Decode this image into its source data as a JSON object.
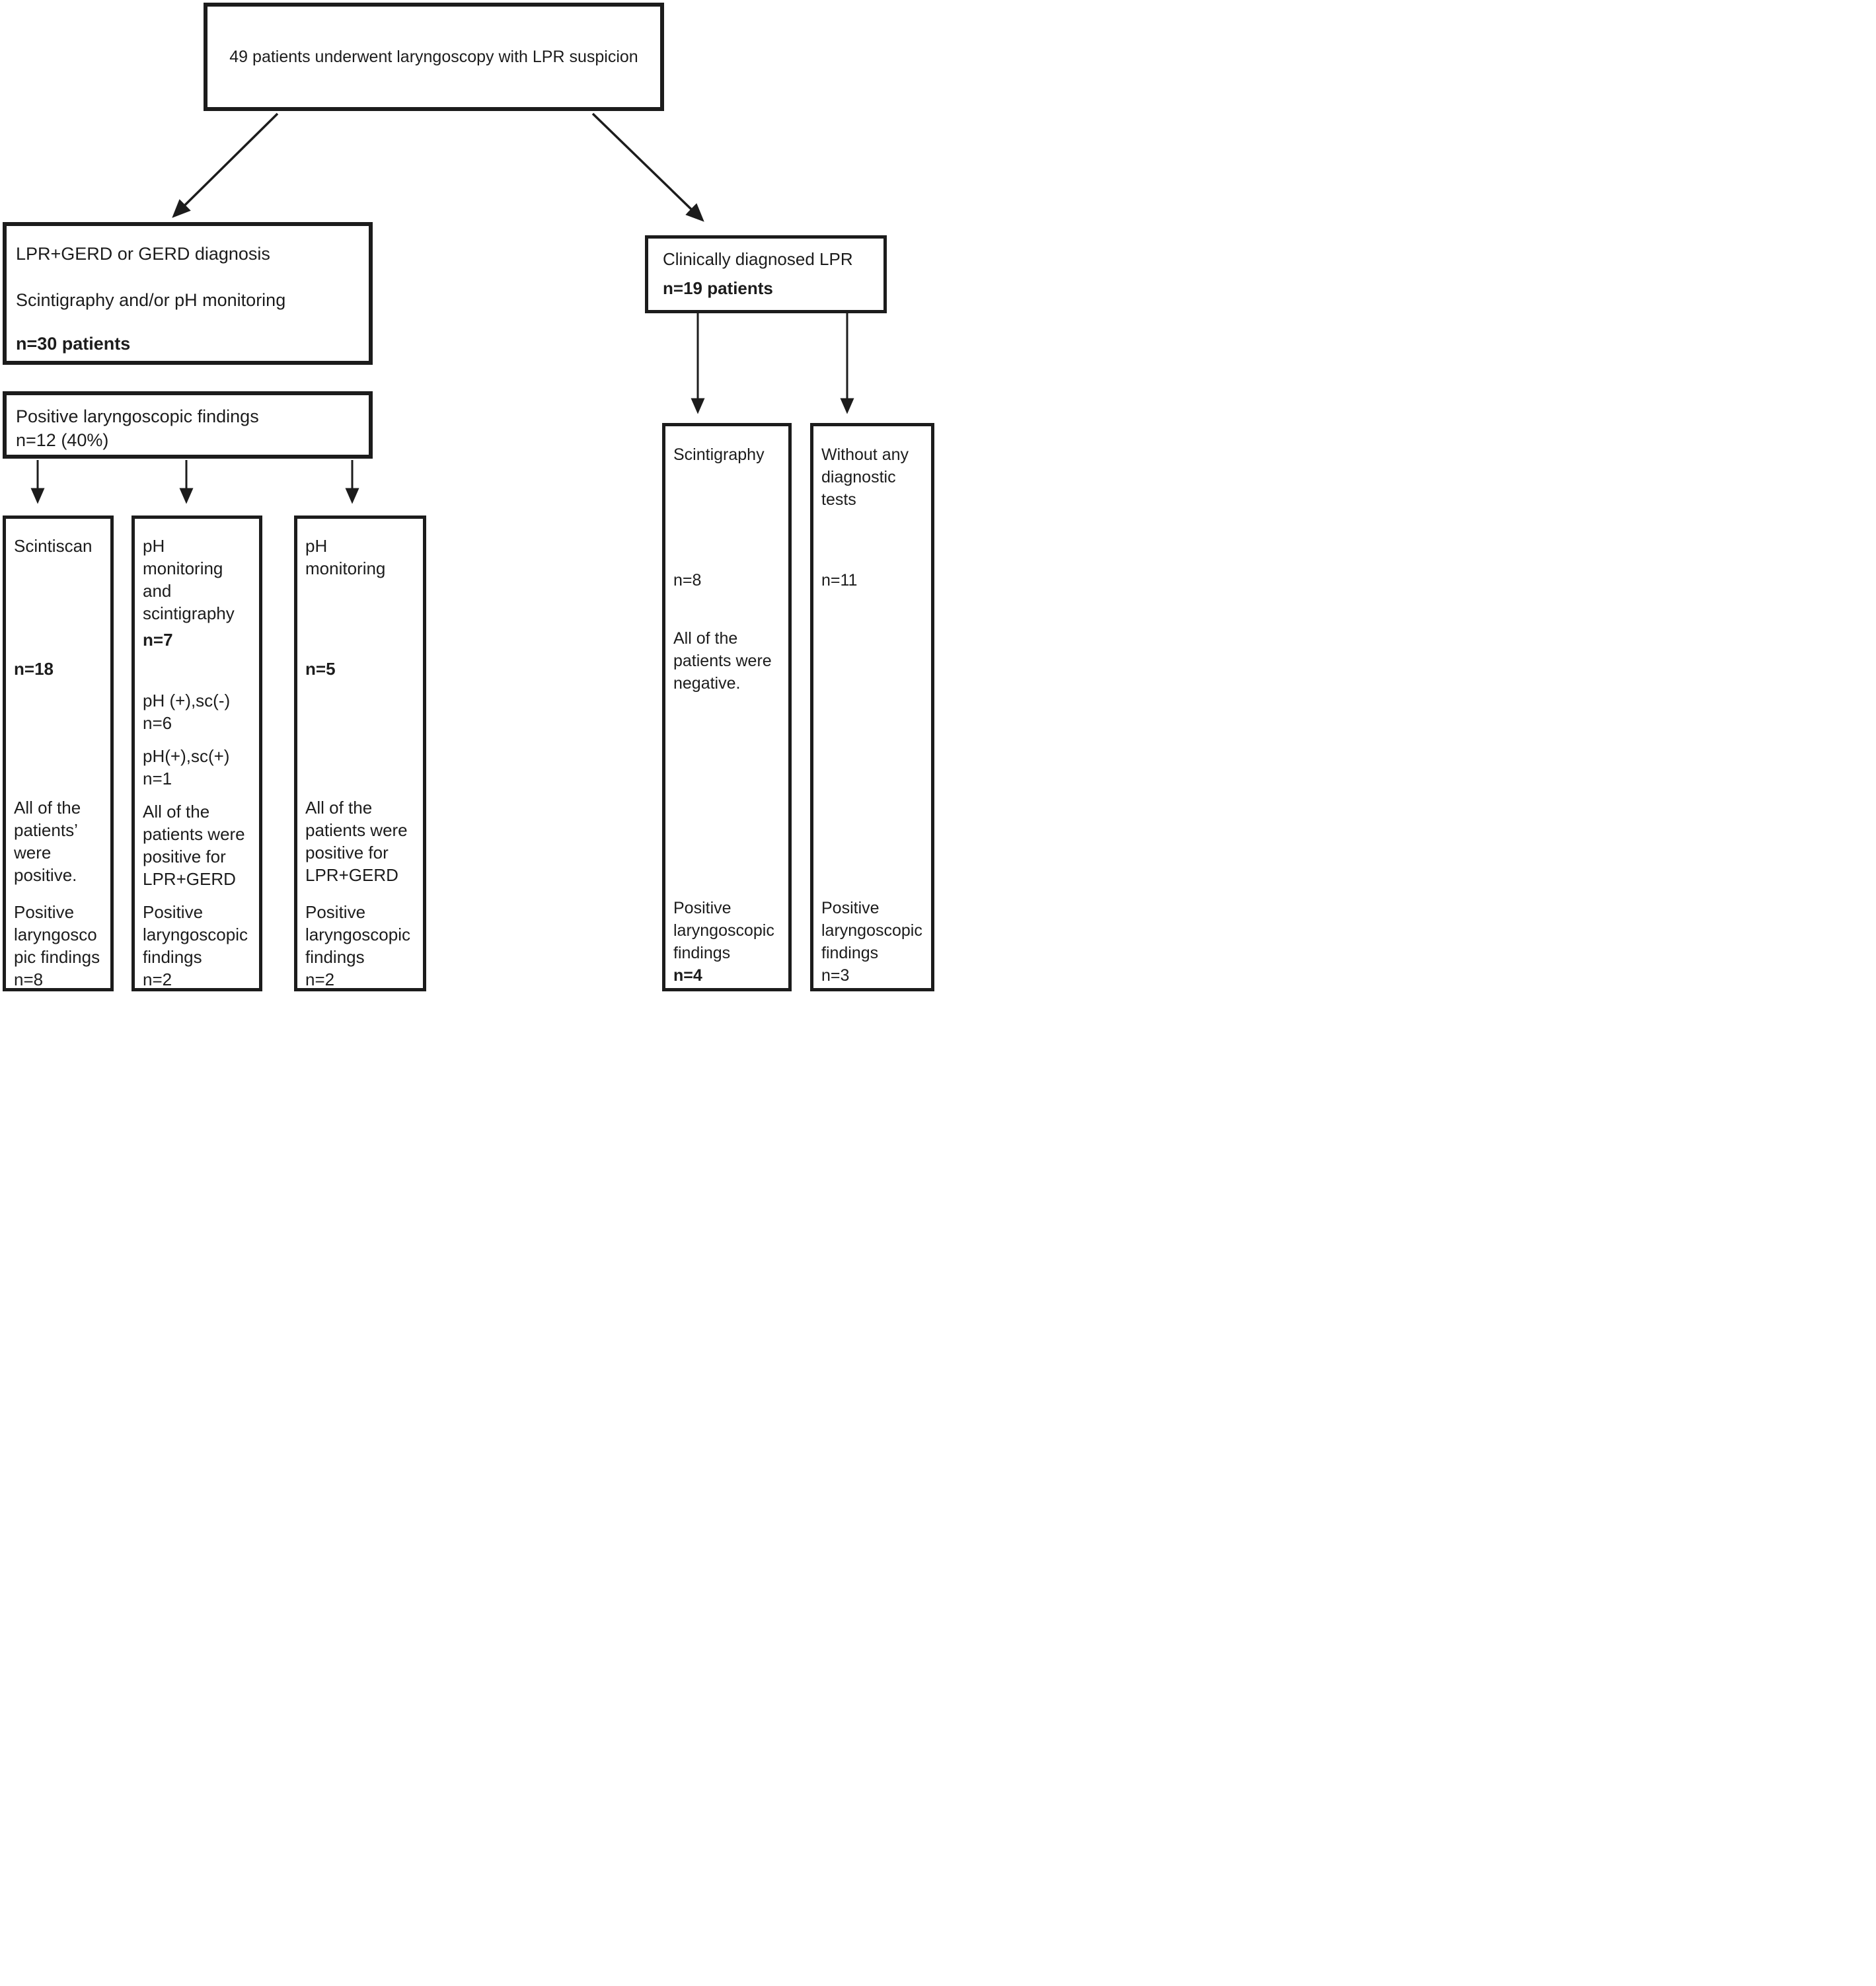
{
  "colors": {
    "ink": "#1c1c1c",
    "background": "#ffffff"
  },
  "flowchart": {
    "top_box": "49 patients underwent laryngoscopy with LPR suspicion",
    "diagnosis_box": {
      "line1": "LPR+GERD or GERD diagnosis",
      "line2": "Scintigraphy and/or pH monitoring",
      "n": "n=30 patients"
    },
    "findings_box": "Positive laryngoscopic findings\nn=12 (40%)",
    "scintiscan_box": {
      "title": "Scintiscan",
      "n": "n=18",
      "result": "All of the\npatients’\nwere\npositive.",
      "findings": "Positive\nlaryngosco\npic findings\nn=8"
    },
    "ph_scint_box": {
      "title": "pH\nmonitoring\nand\nscintigraphy",
      "n": "n=7",
      "subgroup1": "pH (+),sc(-)\nn=6",
      "subgroup2": "pH(+),sc(+)\nn=1",
      "result": "All of the\npatients were\npositive for\nLPR+GERD",
      "findings": "Positive\nlaryngoscopic\nfindings\nn=2"
    },
    "ph_box": {
      "title": "pH\nmonitoring",
      "n": "n=5",
      "result": "All of the\npatients were\npositive for\nLPR+GERD",
      "findings": "Positive\nlaryngoscopic\nfindings\nn=2"
    },
    "clinical_box": {
      "line1": "Clinically diagnosed LPR",
      "n": "n=19 patients"
    },
    "scintigraphy_box": {
      "title": "Scintigraphy",
      "n": "n=8",
      "result": "All of the\npatients were\nnegative.",
      "findings": "Positive\nlaryngoscopic\nfindings",
      "findings_n": "n=4"
    },
    "no_tests_box": {
      "title": "Without any\ndiagnostic\ntests",
      "n": "n=11",
      "findings": "Positive\nlaryngoscopic\nfindings\nn=3"
    }
  }
}
